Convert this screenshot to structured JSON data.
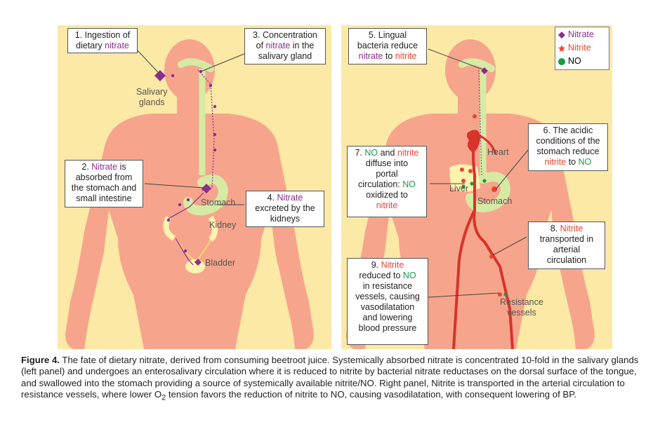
{
  "callouts": {
    "c1": {
      "pre": "1. Ingestion of\ndietary ",
      "hl": "nitrate",
      "post": ""
    },
    "c2": {
      "pre": "2. ",
      "hl": "Nitrate",
      "post": " is\nabsorbed from\nthe stomach and\nsmall intestine"
    },
    "c3": {
      "pre": "3. Concentration\nof ",
      "hl": "nitrate",
      "post": " in the\nsalivary gland"
    },
    "c4": {
      "pre": "4. ",
      "hl": "Nitrate",
      "post": "\nexcreted by the\nkidneys"
    },
    "c5": {
      "line1": "5. Lingual",
      "line2": "bacteria reduce",
      "nitrate": "nitrate",
      "to": " to ",
      "nitrite": "nitrite"
    },
    "c6": {
      "pre": "6. The acidic\nconditions of the\nstomach reduce\n",
      "nitrite": "nitrite",
      "to": " to ",
      "no": "NO"
    },
    "c7": {
      "a": "7. ",
      "no1": "NO",
      "b": " and ",
      "nitrite1": "nitrite",
      "c": "\ndiffuse into\nportal\ncirculation: ",
      "no2": "NO",
      "d": "\noxidized to\n",
      "nitrite2": "nitrite"
    },
    "c8": {
      "a": "8. ",
      "nitrite": "Nitrite",
      "b": "\ntransported in\narterial\ncirculation"
    },
    "c9": {
      "a": "9. ",
      "nitrite": "Nitrite",
      "b": "\nreduced to ",
      "no": "NO",
      "c": "\nin resistance\nvessels, causing\nvasodilatation\nand lowering\nblood pressure"
    }
  },
  "organs": {
    "salivary": "Salivary\nglands",
    "stomach_left": "Stomach",
    "kidney": "Kidney",
    "bladder": "Bladder",
    "heart": "Heart",
    "liver": "Liver",
    "stomach_right": "Stomach",
    "resistance": "Resistance\nvessels"
  },
  "legend": {
    "items": [
      {
        "label": "Nitrate",
        "color": "#8e2c8e",
        "shape": "diamond"
      },
      {
        "label": "Nitrite",
        "color": "#e8452f",
        "shape": "star"
      },
      {
        "label": "NO",
        "color": "#199b4a",
        "shape": "circle"
      }
    ]
  },
  "caption": {
    "label": "Figure 4.",
    "text_1": " The fate of dietary nitrate, derived from consuming beetroot juice. Systemically absorbed nitrate is concentrated 10-fold in the salivary glands (left panel) and undergoes an enterosalivary circulation where it is reduced to nitrite by bacterial nitrate reductases on the dorsal surface of the tongue, and swallowed into the stomach providing a source of systemically available nitrite/NO. Right panel, Nitrite is transported in the arterial circulation to resistance vessels, where lower O",
    "sub": "2",
    "text_2": " tension favors the reduction of nitrite to NO, causing vasodilatation, with consequent lowering of BP."
  },
  "colors": {
    "panel_bg": "#fbe9a5",
    "body": "#f6a58c",
    "nitrate": "#8e2c8e",
    "nitrite": "#e8452f",
    "no": "#199b4a",
    "gut": "#d6eaa4",
    "vessel": "#d9332a"
  }
}
